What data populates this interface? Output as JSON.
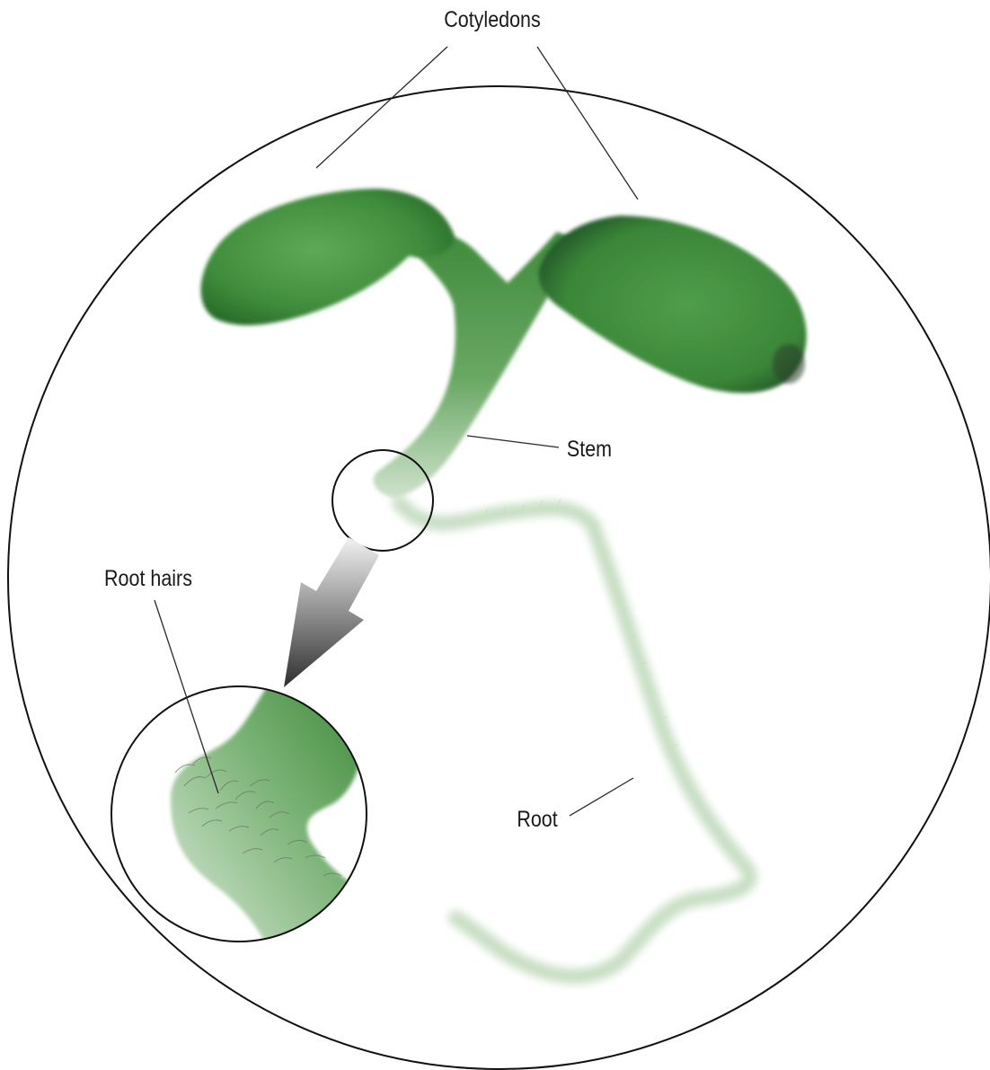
{
  "labels": {
    "cotyledons": "Cotyledons",
    "stem": "Stem",
    "root_hairs": "Root hairs",
    "root": "Root"
  },
  "colors": {
    "leaf_dark": "#2f7d32",
    "leaf_mid": "#4f9e4b",
    "stem_light": "#cfe3cc",
    "root_pale": "#e3efe0",
    "outline": "#111111",
    "arrow_dark": "#3a3a3a",
    "arrow_light": "#f2f2f2"
  }
}
